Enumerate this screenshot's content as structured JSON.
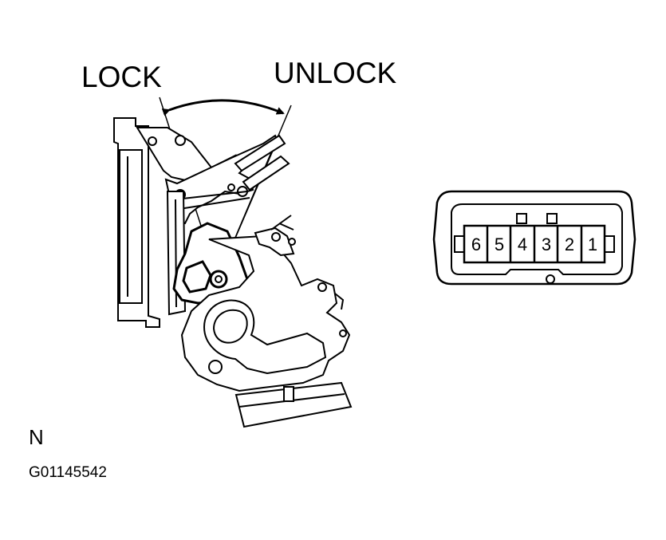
{
  "labels": {
    "lock": "LOCK",
    "unlock": "UNLOCK",
    "view": "N",
    "figure_code": "G01145542"
  },
  "connector": {
    "pins": [
      "6",
      "5",
      "4",
      "3",
      "2",
      "1"
    ]
  },
  "colors": {
    "line": "#000000",
    "background": "#ffffff"
  }
}
